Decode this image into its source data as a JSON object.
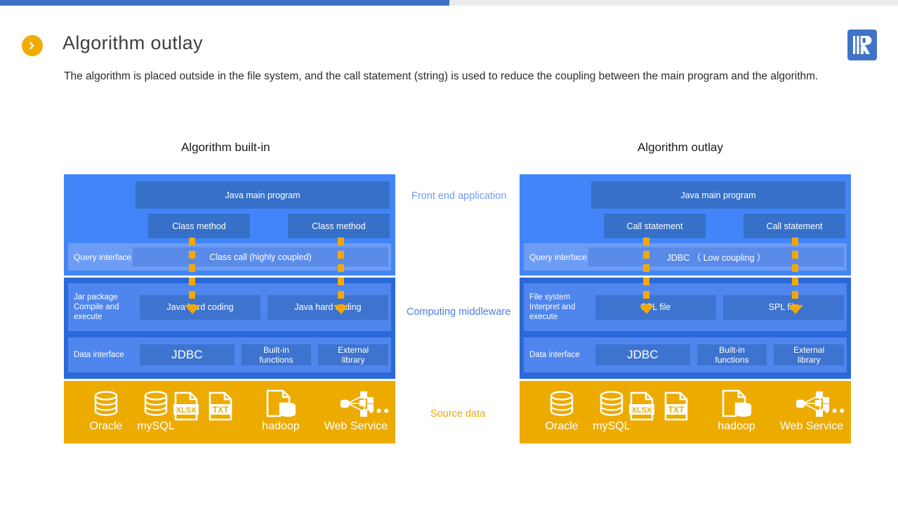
{
  "progress": {
    "percent": 50,
    "fill_color": "#3a6fc4",
    "track_color": "#ebebeb"
  },
  "header": {
    "bullet_icon": "chevron-right-icon",
    "title": "Algorithm outlay",
    "logo_icon": "brand-r-logo"
  },
  "intro": "The algorithm is placed outside in the file system, and the call statement (string) is used to reduce the coupling between the main program and the algorithm.",
  "center_labels": [
    {
      "text": "Front end application",
      "color": "#6d9cf5"
    },
    {
      "text": "Computing middleware",
      "color": "#4a7fe0"
    },
    {
      "text": "Source data",
      "color": "#edab00"
    }
  ],
  "diagrams": [
    {
      "id": "left",
      "title": "Algorithm built-in",
      "front_end": {
        "main_program": "Java  main program",
        "modules": [
          "Class method",
          "Class method"
        ],
        "query_interface_label": "Query interface",
        "query_interface_value": "Class call (highly coupled)"
      },
      "middleware": {
        "exec_label": "Jar package\nCompile and\nexecute",
        "exec_label_lines": [
          "Jar package",
          "Compile and",
          "execute"
        ],
        "exec_slots": [
          "Java  hard coding",
          "Java  hard coding"
        ],
        "data_label": "Data interface",
        "data_slots": [
          "JDBC",
          "Built-in\nfunctions",
          "External\nlibrary"
        ],
        "data_slot_lines": [
          [
            "JDBC"
          ],
          [
            "Built-in",
            "functions"
          ],
          [
            "External",
            "library"
          ]
        ]
      },
      "sources": [
        {
          "icon": "database-cylinder-icon",
          "label": "Oracle"
        },
        {
          "icon": "database-cylinder-icon",
          "label": "mySQL"
        },
        {
          "icon": "xlsx-file-icon",
          "label": ""
        },
        {
          "icon": "txt-file-icon",
          "label": ""
        },
        {
          "icon": "hadoop-file-db-icon",
          "label": "hadoop"
        },
        {
          "icon": "web-service-network-icon",
          "label": "Web Service"
        },
        {
          "icon": "ellipsis-icon",
          "label": ""
        }
      ]
    },
    {
      "id": "right",
      "title": "Algorithm outlay",
      "front_end": {
        "main_program": "Java  main program",
        "modules": [
          "Call statement",
          "Call statement"
        ],
        "query_interface_label": "Query interface",
        "query_interface_value": "JDBC （ Low coupling ）"
      },
      "middleware": {
        "exec_label": "File system\nInterpret and\nexecute",
        "exec_label_lines": [
          "File system",
          "Interpret and",
          "execute"
        ],
        "exec_slots": [
          "SPL file",
          "SPL file"
        ],
        "data_label": "Data interface",
        "data_slots": [
          "JDBC",
          "Built-in\nfunctions",
          "External\nlibrary"
        ],
        "data_slot_lines": [
          [
            "JDBC"
          ],
          [
            "Built-in",
            "functions"
          ],
          [
            "External",
            "library"
          ]
        ]
      },
      "sources": [
        {
          "icon": "database-cylinder-icon",
          "label": "Oracle"
        },
        {
          "icon": "database-cylinder-icon",
          "label": "mySQL"
        },
        {
          "icon": "xlsx-file-icon",
          "label": ""
        },
        {
          "icon": "txt-file-icon",
          "label": ""
        },
        {
          "icon": "hadoop-file-db-icon",
          "label": "hadoop"
        },
        {
          "icon": "web-service-network-icon",
          "label": "Web Service"
        },
        {
          "icon": "ellipsis-icon",
          "label": ""
        }
      ]
    }
  ],
  "file_badges": {
    "xlsx": "XLSX",
    "txt": "TXT"
  },
  "colors": {
    "front_end_panel": "#4285f8",
    "middleware_panel": "#2b68d9",
    "source_panel": "#edab00",
    "box_dark": "#3670c8",
    "band": "#4f86ee",
    "arrow": "#f5a800"
  }
}
